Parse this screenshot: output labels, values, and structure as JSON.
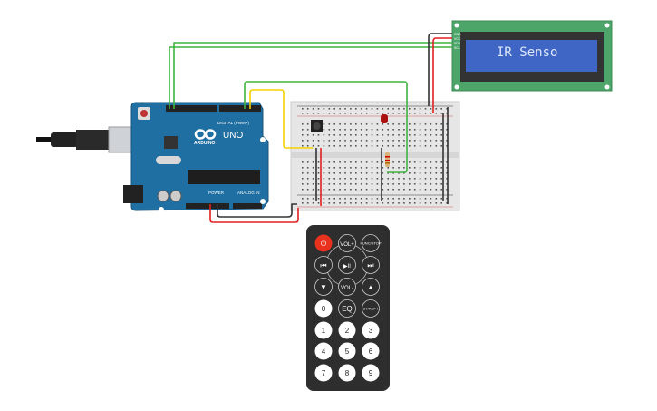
{
  "lcd": {
    "text": "IR Senso",
    "pins": [
      "GND",
      "VCC",
      "SDA",
      "SCL"
    ],
    "board_color": "#4ea56a",
    "screen_color": "#3f66c4"
  },
  "arduino": {
    "brand": "ARDUINO",
    "model": "UNO",
    "digital_label": "DIGITAL (PWM~)",
    "power_label": "POWER",
    "analog_label": "ANALOG IN",
    "board_color": "#1f6fa3"
  },
  "remote": {
    "buttons": [
      {
        "label": "⏻",
        "icon": "power-icon",
        "color": "#e8321e"
      },
      {
        "label": "VOL+"
      },
      {
        "label": "FUNC/STOP"
      },
      {
        "label": "⏮",
        "icon": "previous-icon"
      },
      {
        "label": "▶II",
        "icon": "play-pause-icon"
      },
      {
        "label": "⏭",
        "icon": "next-icon"
      },
      {
        "label": "▼",
        "icon": "down-icon"
      },
      {
        "label": "VOL-"
      },
      {
        "label": "▲",
        "icon": "up-icon"
      },
      {
        "label": "0"
      },
      {
        "label": "EQ"
      },
      {
        "label": "ST/REPT"
      },
      {
        "label": "1"
      },
      {
        "label": "2"
      },
      {
        "label": "3"
      },
      {
        "label": "4"
      },
      {
        "label": "5"
      },
      {
        "label": "6"
      },
      {
        "label": "7"
      },
      {
        "label": "8"
      },
      {
        "label": "9"
      }
    ]
  },
  "wire_colors": {
    "green": "#3fb43f",
    "yellow": "#f5d000",
    "red": "#e02020",
    "black": "#333333"
  }
}
